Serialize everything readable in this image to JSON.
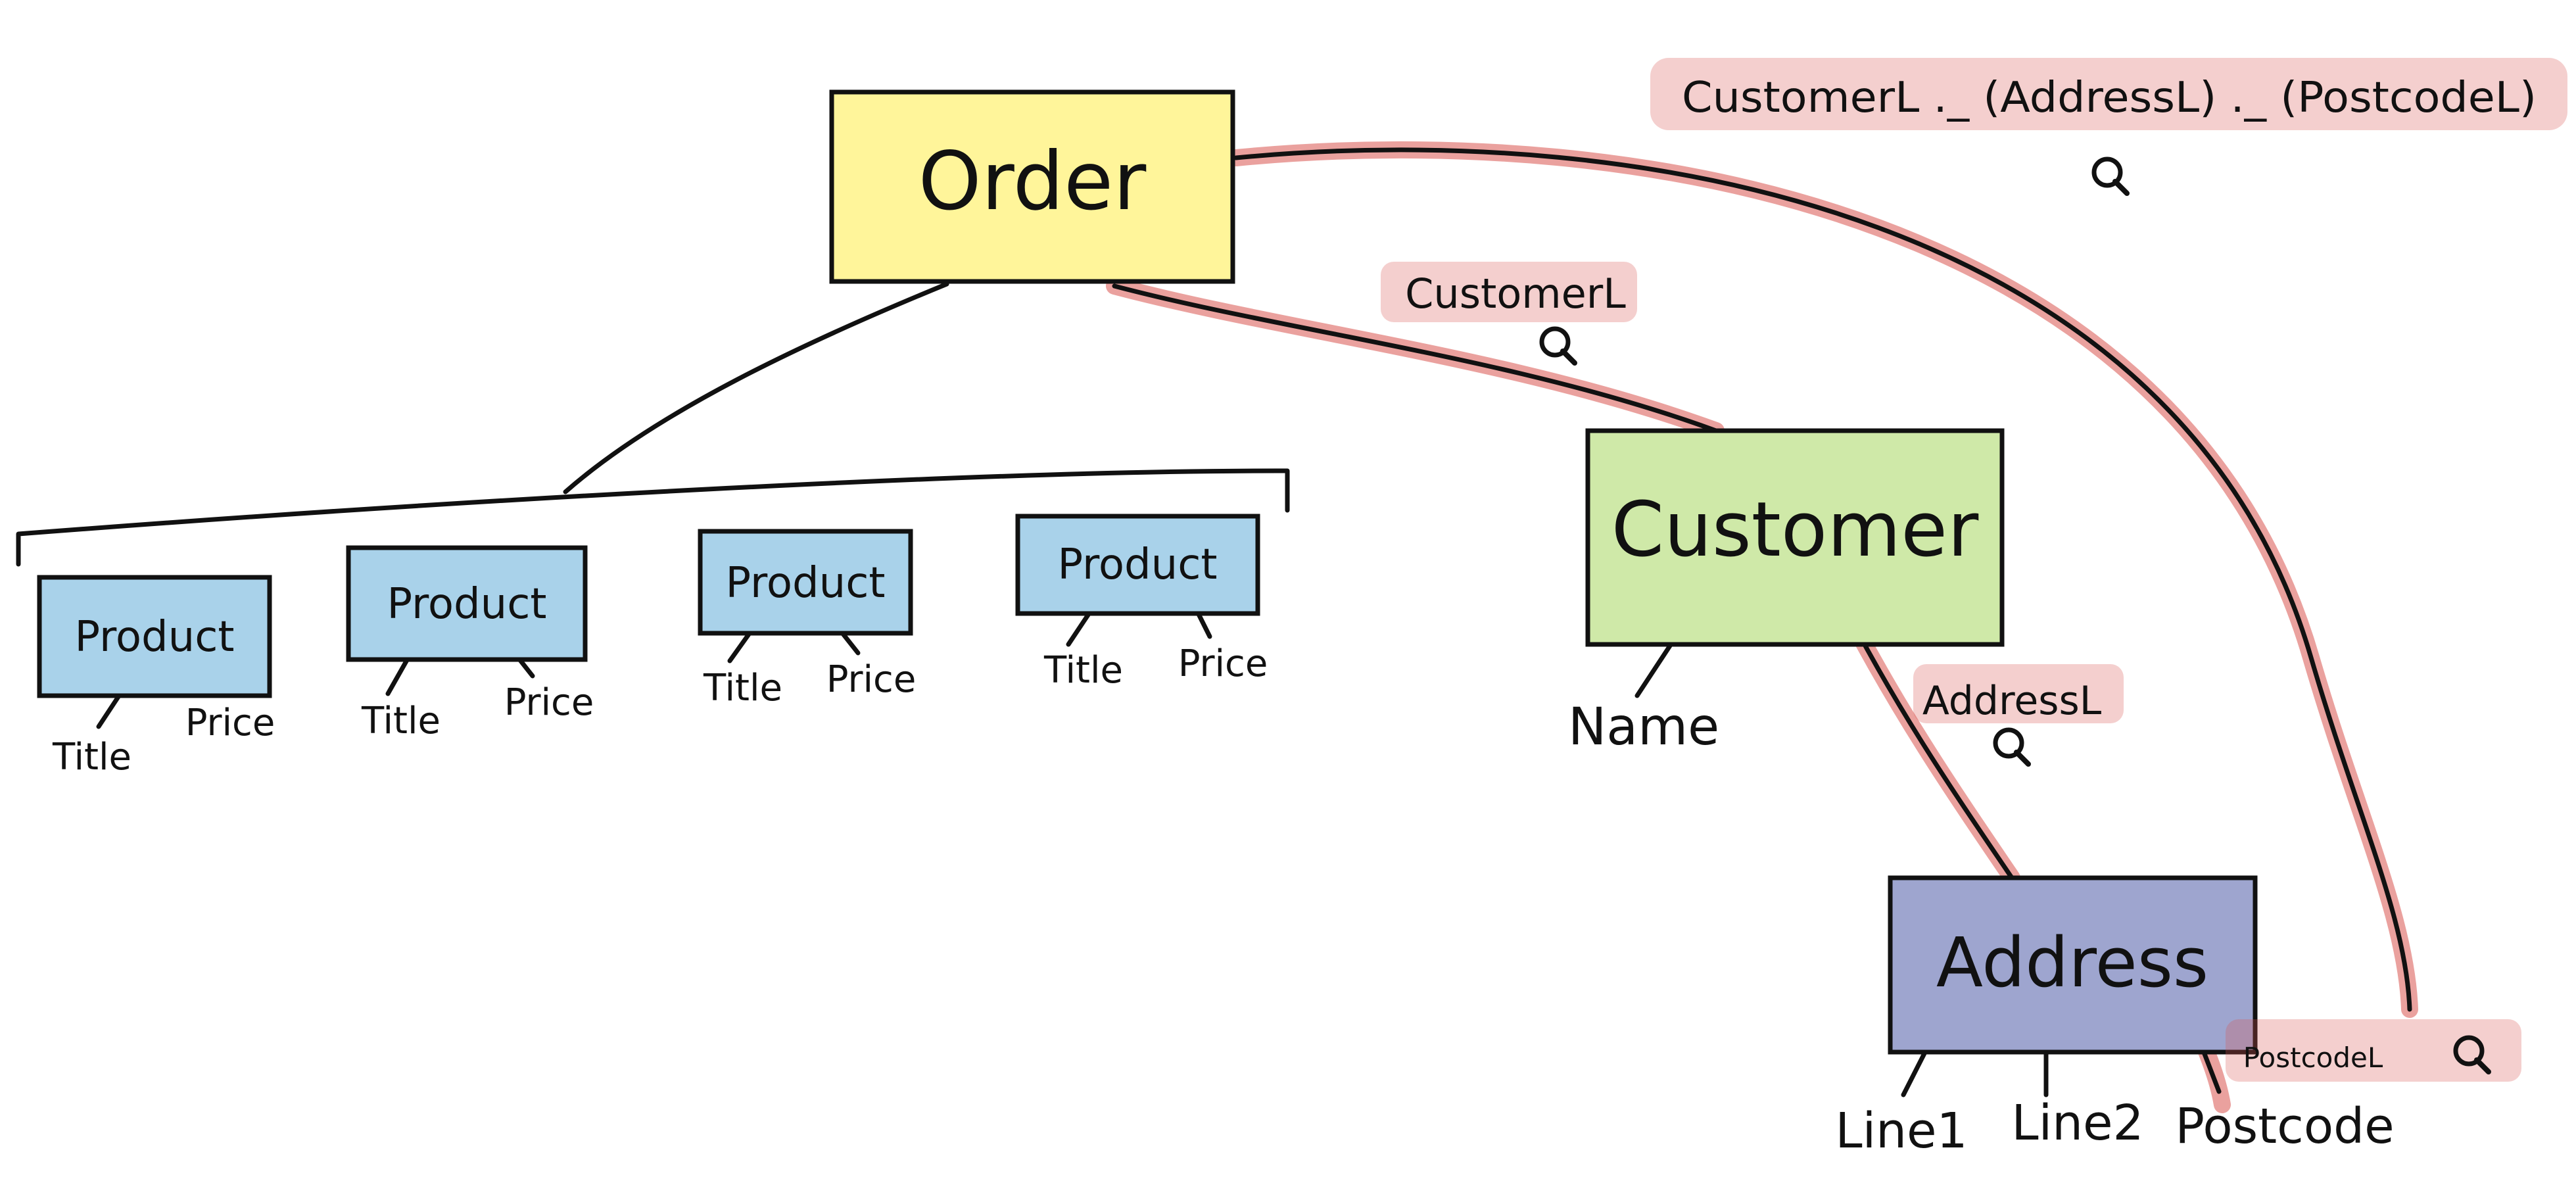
{
  "colors": {
    "order_fill": "#fff59a",
    "customer_fill": "#cfe9a8",
    "address_fill": "#9ea5cf",
    "product_fill": "#a9d2ea",
    "lens_highlight": "#d9534f",
    "ink": "#111111"
  },
  "entities": {
    "order": {
      "label": "Order"
    },
    "customer": {
      "label": "Customer",
      "attributes": [
        "Name"
      ]
    },
    "address": {
      "label": "Address",
      "attributes": [
        "Line1",
        "Line2",
        "Postcode"
      ]
    },
    "products": [
      {
        "label": "Product",
        "attributes": [
          "Title",
          "Price"
        ]
      },
      {
        "label": "Product",
        "attributes": [
          "Title",
          "Price"
        ]
      },
      {
        "label": "Product",
        "attributes": [
          "Title",
          "Price"
        ]
      },
      {
        "label": "Product",
        "attributes": [
          "Title",
          "Price"
        ]
      }
    ]
  },
  "lenses": {
    "customer": "CustomerL",
    "address": "AddressL",
    "postcode": "PostcodeL",
    "composed": "CustomerL ._ (AddressL) ._ (PostcodeL)"
  },
  "icons": {
    "lens": "magnifier-icon"
  }
}
